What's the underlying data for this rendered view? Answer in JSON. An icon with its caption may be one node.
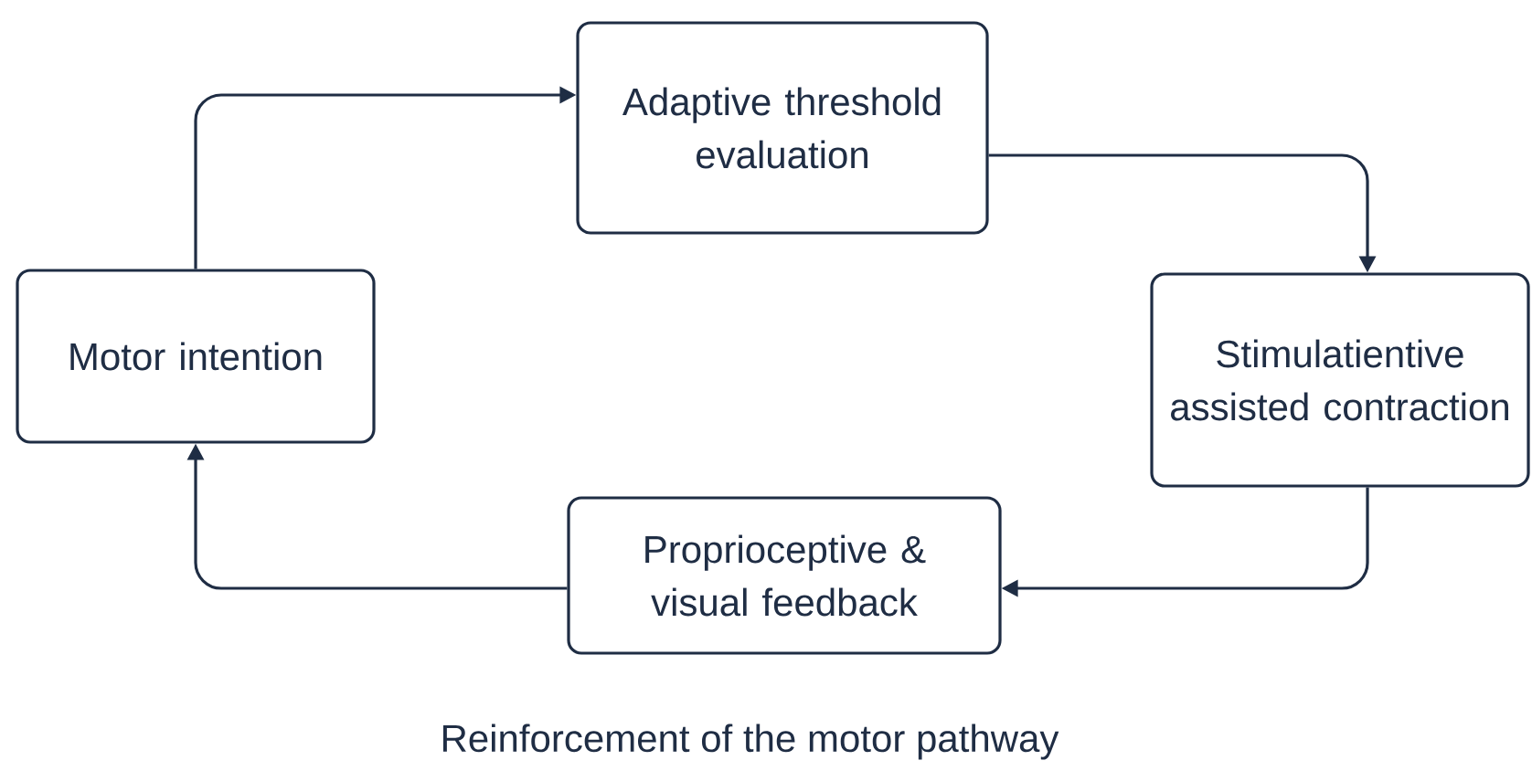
{
  "diagram": {
    "caption": "Reinforcement of the motor pathway",
    "nodes": [
      {
        "text": [
          "Motor intention"
        ]
      },
      {
        "text": [
          "Adaptive threshold evaluation"
        ]
      },
      {
        "text": [
          "Stimulatientive assisted contraction"
        ]
      },
      {
        "text": [
          "Proprioceptive & visual feedback"
        ]
      }
    ],
    "edges": [
      {
        "from": 0,
        "to": 1,
        "arrow": "to"
      },
      {
        "from": 1,
        "to": 2,
        "arrow": "to"
      },
      {
        "from": 2,
        "to": 3,
        "arrow": "to"
      },
      {
        "from": 3,
        "to": 0,
        "arrow": "to"
      }
    ]
  }
}
